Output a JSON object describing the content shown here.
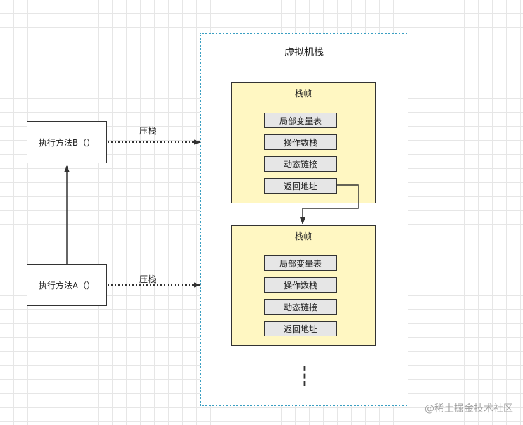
{
  "methods": {
    "b": "执行方法B（）",
    "a": "执行方法A（）"
  },
  "edges": {
    "push_b": "压栈",
    "push_a": "压栈"
  },
  "stack": {
    "title": "虚拟机栈",
    "frames": [
      {
        "title": "栈帧",
        "entries": [
          "局部变量表",
          "操作数栈",
          "动态链接",
          "返回地址"
        ]
      },
      {
        "title": "栈帧",
        "entries": [
          "局部变量表",
          "操作数栈",
          "动态链接",
          "返回地址"
        ]
      }
    ],
    "continuation": "⋮"
  },
  "watermark": "@稀土掘金技术社区",
  "colors": {
    "frame_fill": "#fff7c2",
    "entry_fill": "#e6e6e6",
    "container_border": "#3a9fc2",
    "line": "#333333"
  }
}
